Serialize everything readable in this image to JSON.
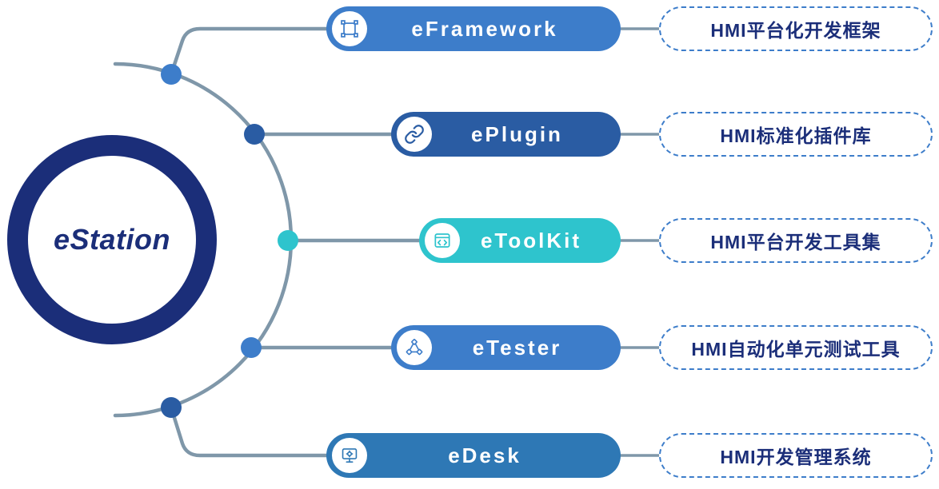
{
  "diagram": {
    "center_label": "eStation",
    "colors": {
      "center_ring": "#1b2e79",
      "center_text": "#1b2e79",
      "connector_line": "#7f97a9",
      "dashed_border": "#3d7dca",
      "description_text": "#1b2e79",
      "pill_text": "#ffffff"
    },
    "branches": [
      {
        "label": "eFramework",
        "description": "HMI平台化开发框架",
        "color": "#3d7dca",
        "dot_color": "#3d7dca",
        "icon": "frame-corners-icon"
      },
      {
        "label": "ePlugin",
        "description": "HMI标准化插件库",
        "color": "#2a5ca3",
        "dot_color": "#2a5ca3",
        "icon": "chain-link-icon"
      },
      {
        "label": "eToolKit",
        "description": "HMI平台开发工具集",
        "color": "#2ec4cd",
        "dot_color": "#2ec4cd",
        "icon": "code-window-icon"
      },
      {
        "label": "eTester",
        "description": "HMI自动化单元测试工具",
        "color": "#3d7dca",
        "dot_color": "#3d7dca",
        "icon": "workflow-nodes-icon"
      },
      {
        "label": "eDesk",
        "description": "HMI开发管理系统",
        "color": "#2e78b5",
        "dot_color": "#2a5ca3",
        "icon": "monitor-gear-icon"
      }
    ]
  }
}
